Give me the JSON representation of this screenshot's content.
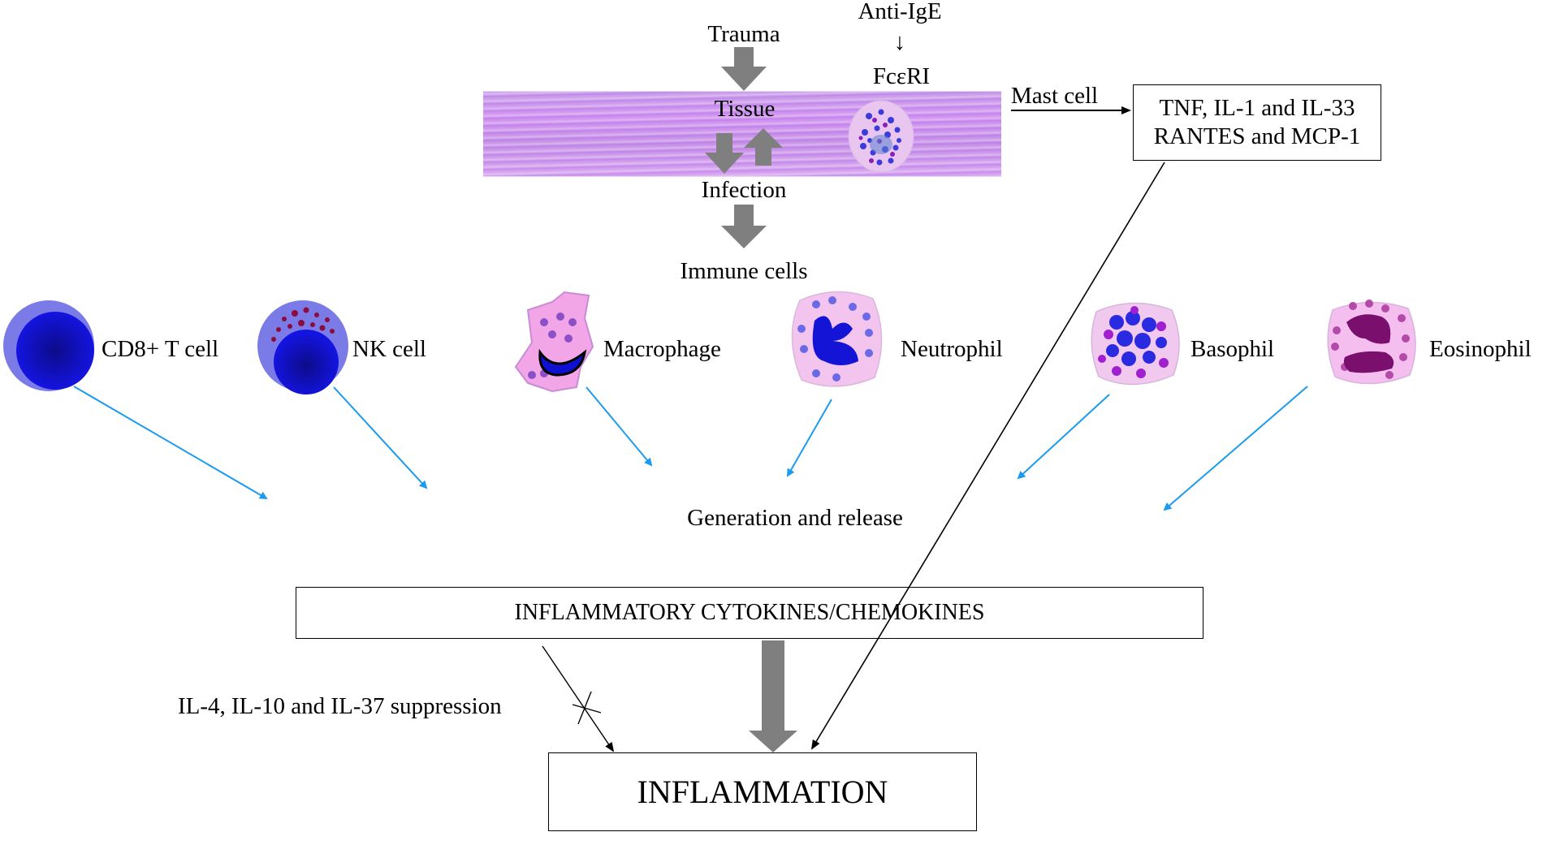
{
  "top": {
    "trauma": "Trauma",
    "anti_ige": "Anti-IgE",
    "anti_ige_arrow": "↓",
    "fceri": "FcεRI",
    "tissue": "Tissue",
    "infection": "Infection",
    "immune_cells": "Immune cells",
    "mast_cell": "Mast cell"
  },
  "mast_products": {
    "line1": "TNF, IL-1 and IL-33",
    "line2": "RANTES and MCP-1"
  },
  "cells": [
    {
      "label": "CD8+ T cell",
      "icon": "t-cell-icon"
    },
    {
      "label": "NK cell",
      "icon": "nk-cell-icon"
    },
    {
      "label": "Macrophage",
      "icon": "macrophage-icon"
    },
    {
      "label": "Neutrophil",
      "icon": "neutrophil-icon"
    },
    {
      "label": "Basophil",
      "icon": "basophil-icon"
    },
    {
      "label": "Eosinophil",
      "icon": "eosinophil-icon"
    }
  ],
  "generation": "Generation and release",
  "cytokines_box": "INFLAMMATORY CYTOKINES/CHEMOKINES",
  "suppression": "IL-4, IL-10 and IL-37 suppression",
  "inflammation_box": "INFLAMMATION",
  "colors": {
    "blue_arrow": "#1a9bf0",
    "gray_arrow": "#7f7f7f",
    "line": "#000000"
  }
}
